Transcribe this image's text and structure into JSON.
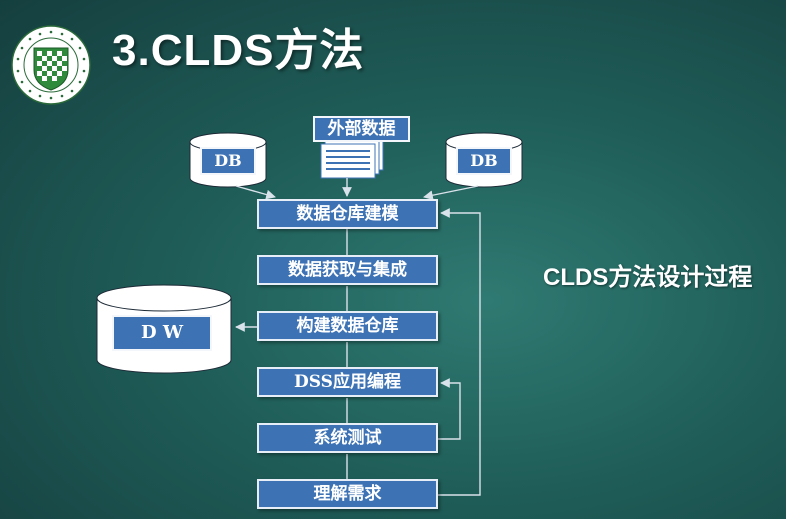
{
  "slide": {
    "title": "3.CLDS方法",
    "caption": "CLDS方法设计过程"
  },
  "diagram": {
    "external_data_label": "外部数据",
    "left_source_label": "DB",
    "right_source_label": "DB",
    "warehouse_label": "D W",
    "steps": [
      "数据仓库建模",
      "数据获取与集成",
      "构建数据仓库",
      "DSS应用编程",
      "系统测试",
      "理解需求"
    ]
  },
  "colors": {
    "box_fill": "#3d73b5",
    "background": "#1f5d58",
    "line": "#d9e2ea"
  }
}
